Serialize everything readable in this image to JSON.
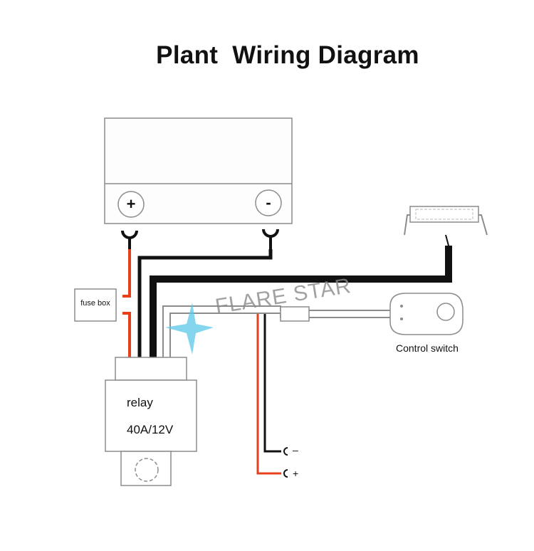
{
  "title": "Plant  Wiring Diagram",
  "battery": {
    "plus_symbol": "+",
    "minus_symbol": "-"
  },
  "fuse_box": {
    "label": "fuse box"
  },
  "relay": {
    "label": "relay",
    "rating": "40A/12V"
  },
  "control_switch": {
    "label": "Control switch"
  },
  "power_leads": {
    "minus_label": "–",
    "plus_label": "+"
  },
  "watermark": {
    "text": "FLARE STAR"
  },
  "colors": {
    "red_wire": "#e8401c",
    "black_wire": "#111111",
    "outline": "#8c8c8c",
    "logo_blue": "#5bc8e8"
  }
}
